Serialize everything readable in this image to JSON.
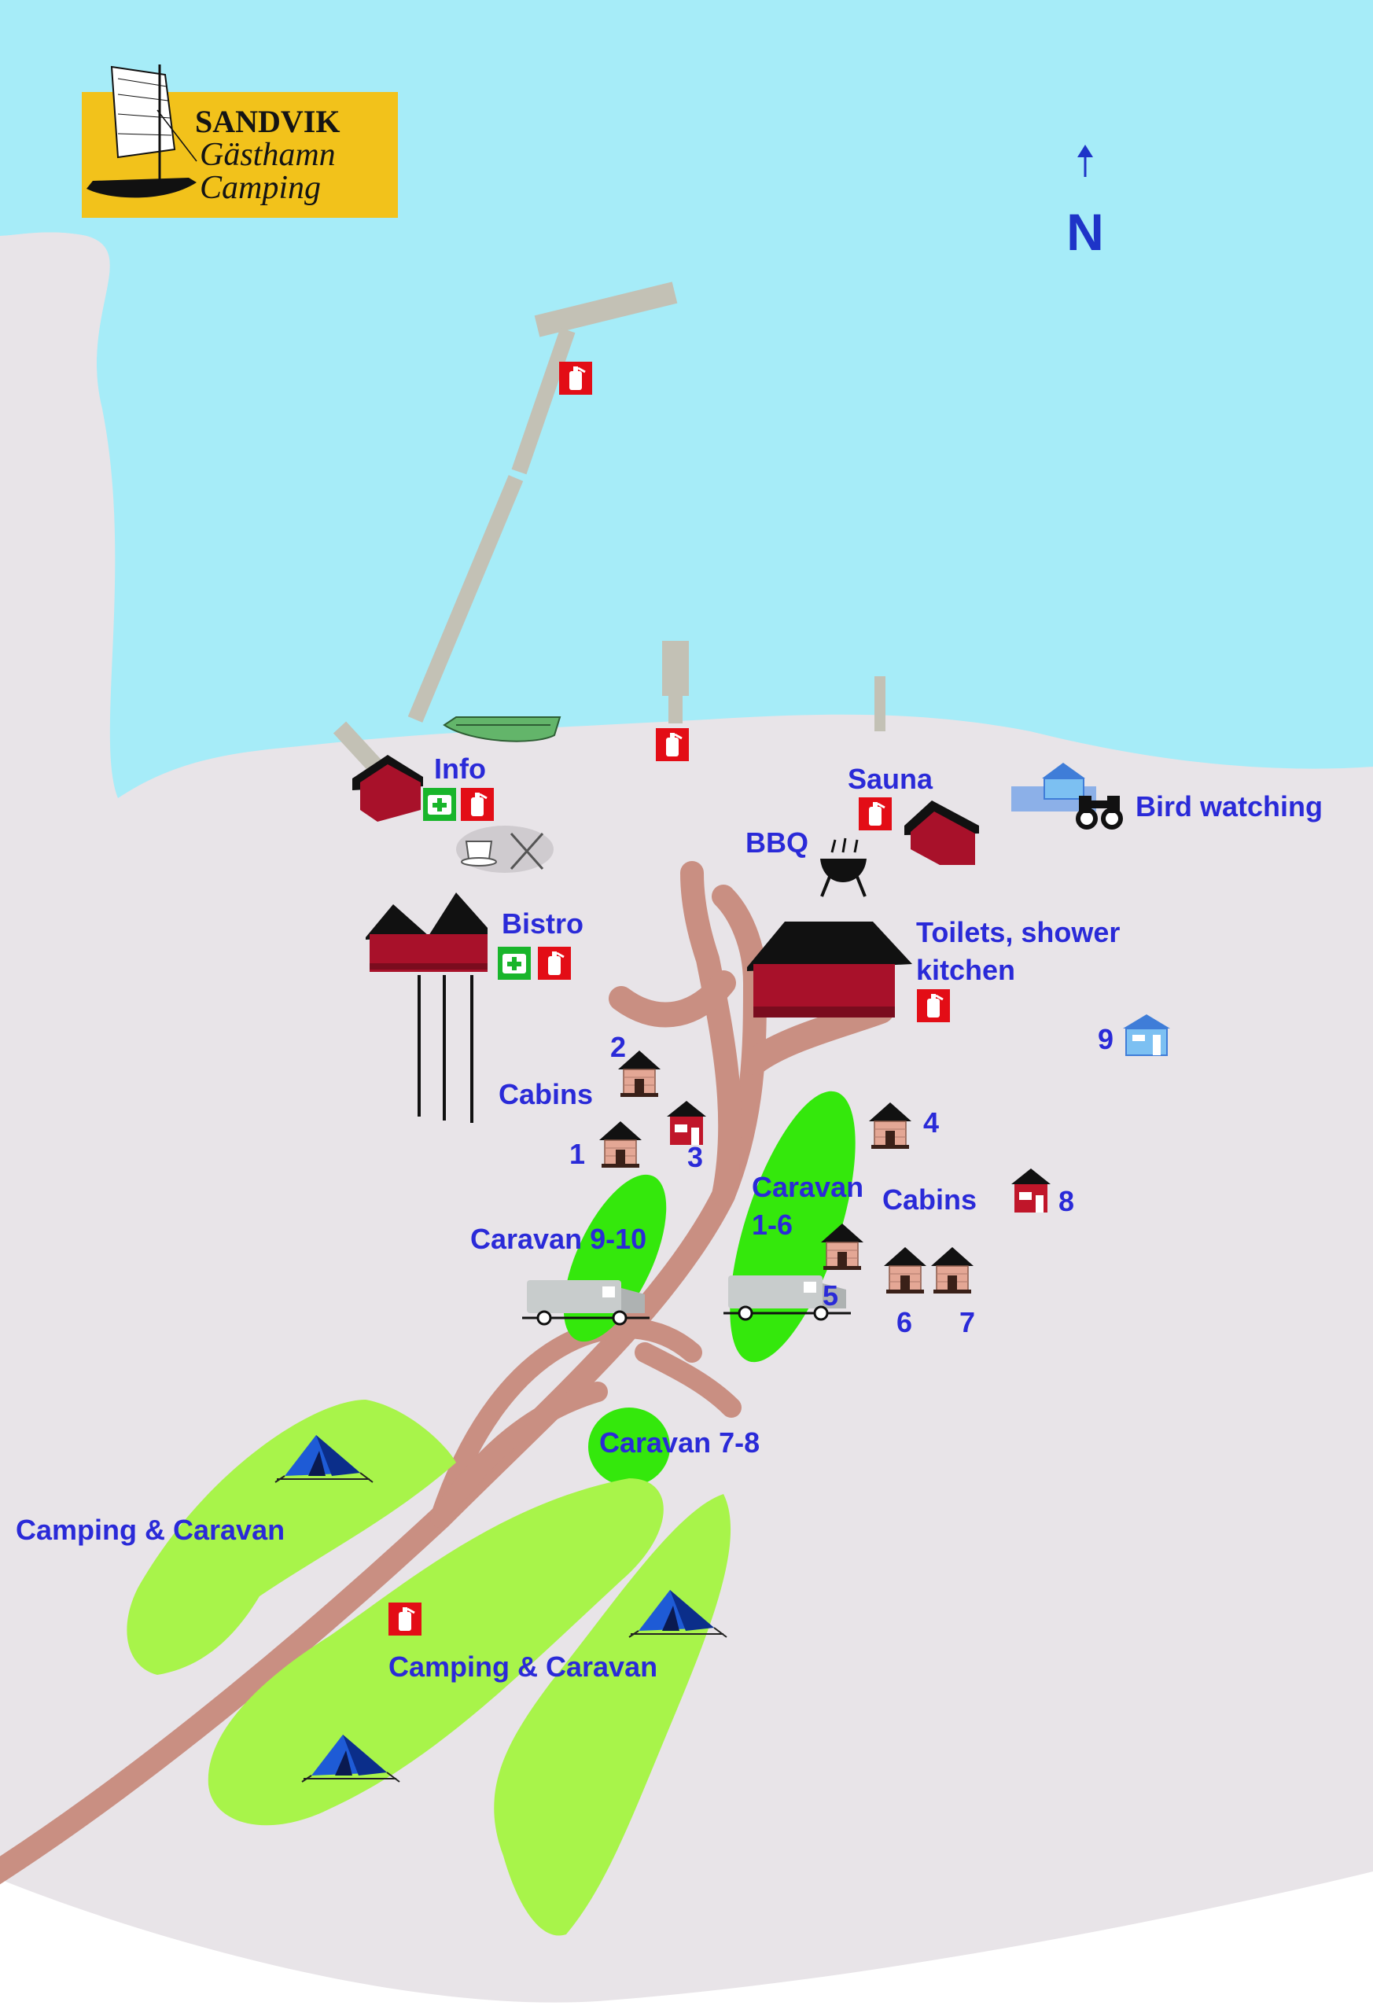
{
  "logo": {
    "line1": "SANDVIK",
    "line2": "Gästhamn",
    "line3": "Camping",
    "background_color": "#f2c21b"
  },
  "compass": {
    "label": "N",
    "icon": "north-arrow-icon"
  },
  "colors": {
    "water": "#a6ecf8",
    "land": "#e8e4e8",
    "road": "#c98f82",
    "caravan_area": "#34e80c",
    "camping_area": "#a8f44a",
    "building_red": "#a8112a",
    "label_blue": "#2a2ad8"
  },
  "labels": {
    "info": "Info",
    "bistro": "Bistro",
    "sauna": "Sauna",
    "bbq": "BBQ",
    "bird_watching": "Bird watching",
    "toilets_line1": "Toilets, shower",
    "toilets_line2": "kitchen",
    "cabins_west": "Cabins",
    "cabins_east": "Cabins",
    "caravan_1_6_line1": "Caravan",
    "caravan_1_6_line2": "1-6",
    "caravan_9_10": "Caravan 9-10",
    "caravan_7_8": "Caravan 7-8",
    "camping_caravan_west": "Camping & Caravan",
    "camping_caravan_south": "Camping & Caravan"
  },
  "cabin_numbers": {
    "c1": "1",
    "c2": "2",
    "c3": "3",
    "c4": "4",
    "c5": "5",
    "c6": "6",
    "c7": "7",
    "c8": "8",
    "c9": "9"
  },
  "icons": [
    "first-aid-icon",
    "fire-extinguisher-icon",
    "cafe-icon",
    "bbq-grill-icon",
    "binoculars-icon",
    "tent-icon",
    "caravan-icon",
    "boat-icon",
    "cabin-icon"
  ]
}
